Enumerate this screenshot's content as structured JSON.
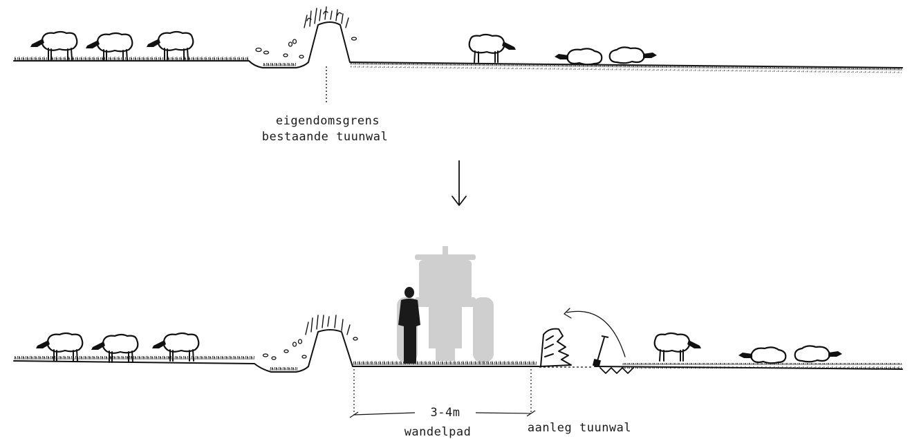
{
  "diagram": {
    "before": {
      "labels": {
        "line1": "eigendomsgrens",
        "line2": "bestaande tuunwal"
      }
    },
    "after": {
      "labels": {
        "width": "3-4m",
        "path": "wandelpad",
        "newwall": "aanleg tuunwal"
      }
    },
    "colors": {
      "ink": "#111111",
      "tractor": "#cfcfcf",
      "person": "#1a1a1a"
    }
  }
}
